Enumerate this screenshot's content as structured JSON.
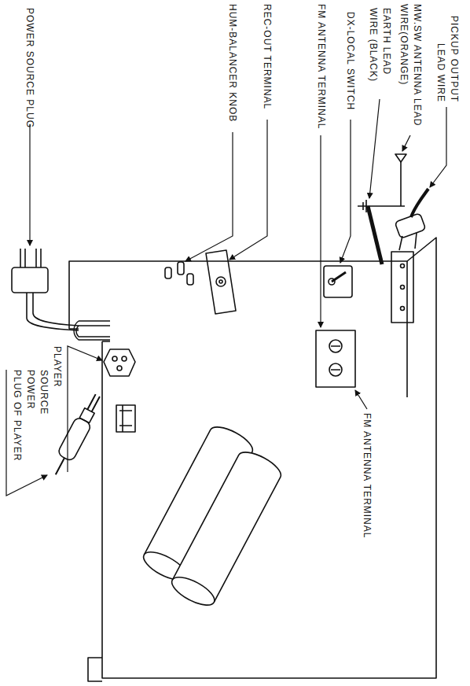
{
  "diagram": {
    "labels": [
      "PICKUP OUTPUT LEAD WIRE",
      "MW.SW ANTENNA LEAD WIRE(ORANGE)",
      "EARTH LEAD WIRE (BLACK)",
      "DX-LOCAL SWITCH",
      "FM ANTENNA TERMINAL",
      "REC-OUT TERMINAL",
      "HUM-BALANCER KNOB",
      "POWER SOURCE PLUG",
      "FM ANTENNA TERMINAL",
      "PLAYER",
      "SOURCE",
      "POWER",
      "PLUG OF PLAYER"
    ]
  }
}
